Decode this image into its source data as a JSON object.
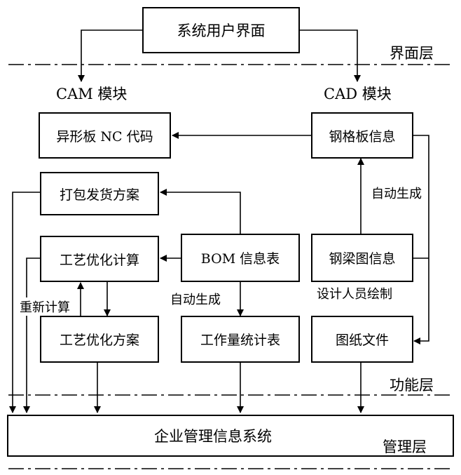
{
  "layers": {
    "interface": "界面层",
    "function": "功能层",
    "management": "管理层"
  },
  "modules": {
    "cam": "CAM 模块",
    "cad": "CAD 模块"
  },
  "boxes": {
    "system_ui": "系统用户界面",
    "nc_code": "异形板 NC 代码",
    "packing_plan": "打包发货方案",
    "process_calc": "工艺优化计算",
    "process_plan": "工艺优化方案",
    "bom_table": "BOM 信息表",
    "workload_table": "工作量统计表",
    "steel_plate_info": "钢格板信息",
    "steel_beam_info": "钢梁图信息",
    "drawing_file": "图纸文件",
    "enterprise_mis": "企业管理信息系统"
  },
  "edge_labels": {
    "auto_gen_right": "自动生成",
    "auto_gen_center": "自动生成",
    "recalc": "重新计算",
    "designer_draw": "设计人员绘制"
  }
}
